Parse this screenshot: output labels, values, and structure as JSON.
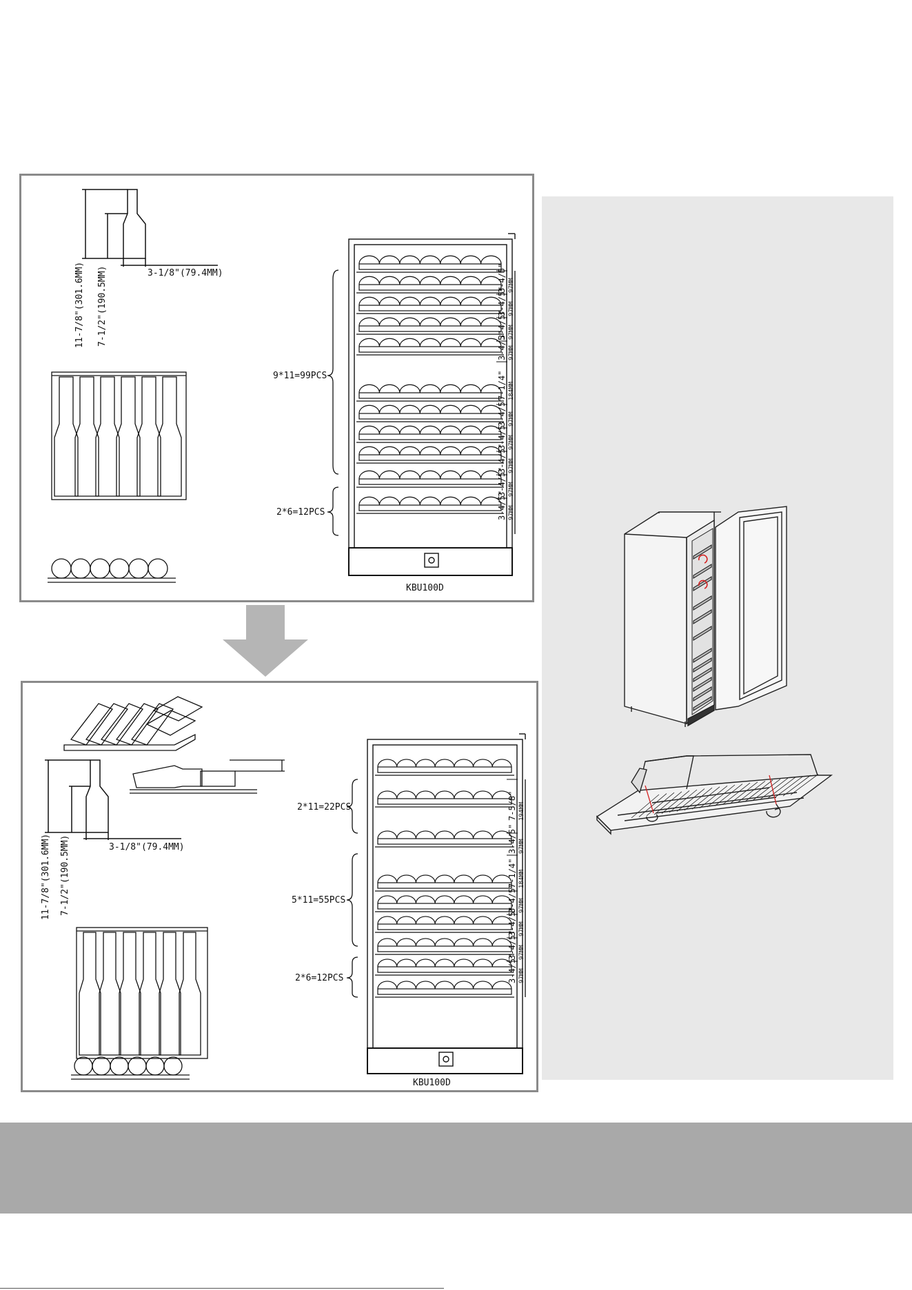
{
  "top_diagram": {
    "bottle_height_label": "11-7/8\"(301.6MM)",
    "neck_height_label": "7-1/2\"(190.5MM)",
    "diameter_label": "3-1/8\"(79.4MM)",
    "group_labels": [
      "9*11=99PCS",
      "2*6=12PCS"
    ],
    "spacing_labels": [
      {
        "imperial": "3-4/5\"",
        "metric": "97MM"
      },
      {
        "imperial": "3-4/5\"",
        "metric": "97MM"
      },
      {
        "imperial": "3-4/5\"",
        "metric": "97MM"
      },
      {
        "imperial": "3-4/5\"",
        "metric": "97MM"
      },
      {
        "imperial": "7-1/4\"",
        "metric": "184MM"
      },
      {
        "imperial": "3-4/5\"",
        "metric": "97MM"
      },
      {
        "imperial": "3-4/5\"",
        "metric": "97MM"
      },
      {
        "imperial": "3-4/5\"",
        "metric": "97MM"
      },
      {
        "imperial": "3-4/5\"",
        "metric": "97MM"
      },
      {
        "imperial": "3-4/5\"",
        "metric": "97MM"
      }
    ],
    "model_label": "KBU100D"
  },
  "bottom_diagram": {
    "bottle_height_label": "11-7/8\"(301.6MM)",
    "neck_height_label": "7-1/2\"(190.5MM)",
    "diameter_label": "3-1/8\"(79.4MM)",
    "group_labels": [
      "2*11=22PCS",
      "5*11=55PCS",
      "2*6=12PCS"
    ],
    "spacing_labels": [
      {
        "imperial": "7-5/8\"",
        "metric": "194MM"
      },
      {
        "imperial": "3-4/5\"",
        "metric": "97MM"
      },
      {
        "imperial": "7-1/4\"",
        "metric": "184MM"
      },
      {
        "imperial": "3-4/5\"",
        "metric": "97MM"
      },
      {
        "imperial": "3-4/5\"",
        "metric": "97MM"
      },
      {
        "imperial": "3-4/5\"",
        "metric": "97MM"
      },
      {
        "imperial": "3-4/5\"",
        "metric": "97MM"
      }
    ],
    "model_label": "KBU100D",
    "page_mark": "|"
  },
  "colors": {
    "panel_border": "#8a8a8a",
    "arrow": "#b5b5b5",
    "right_panel_bg": "#e8e8e8",
    "footer_band": "#a9a9a9",
    "red_marker": "#d42020"
  },
  "icons": [
    "down-arrow-icon",
    "rotate-arrow-icon"
  ]
}
